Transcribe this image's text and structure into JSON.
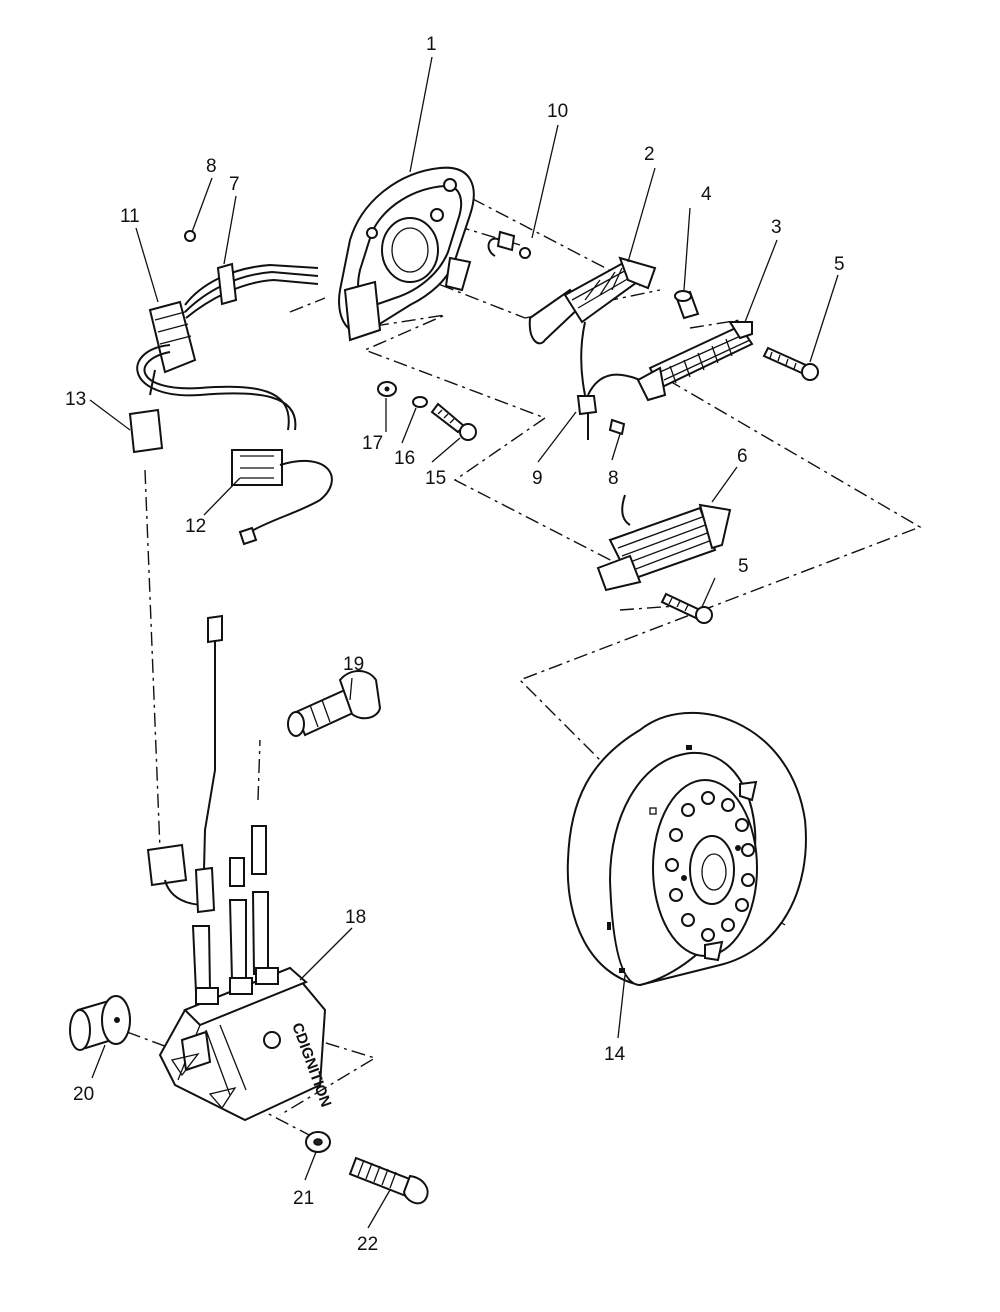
{
  "callouts": {
    "c1": "1",
    "c2": "2",
    "c3": "3",
    "c4": "4",
    "c5a": "5",
    "c5b": "5",
    "c6": "6",
    "c7": "7",
    "c8a": "8",
    "c8b": "8",
    "c9": "9",
    "c10": "10",
    "c11": "11",
    "c12": "12",
    "c13": "13",
    "c14": "14",
    "c15": "15",
    "c16": "16",
    "c17": "17",
    "c18": "18",
    "c19": "19",
    "c20": "20",
    "c21": "21",
    "c22": "22"
  },
  "module_text": "CDIGNITION",
  "colors": {
    "ink": "#111111",
    "paper": "#ffffff"
  }
}
